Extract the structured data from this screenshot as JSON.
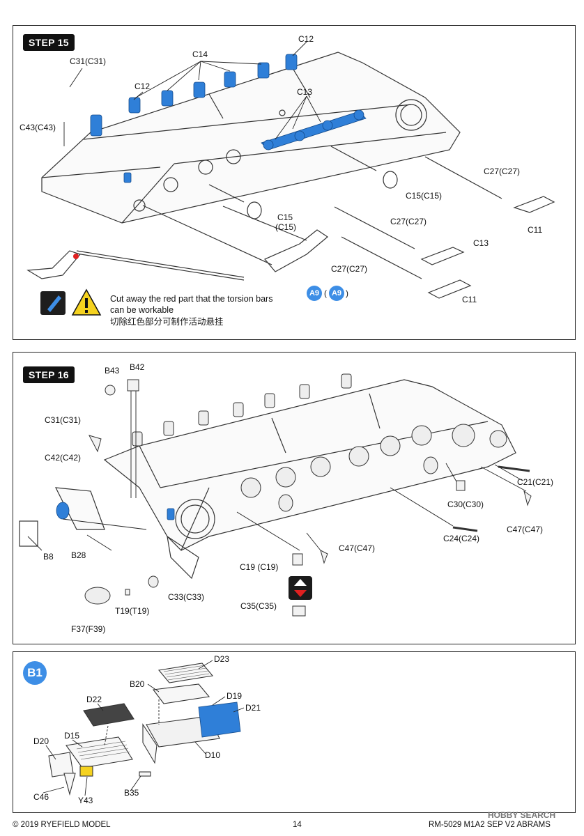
{
  "step15": {
    "title": "STEP 15",
    "labels": {
      "c12_top": "C12",
      "c14": "C14",
      "c31": "C31(C31)",
      "c12_left": "C12",
      "c43": "C43(C43)",
      "c13_top": "C13",
      "c27_right": "C27(C27)",
      "c15_right": "C15(C15)",
      "c11_right": "C11",
      "c15_mid_a": "C15",
      "c15_mid_b": "(C15)",
      "c27_mid": "C27(C27)",
      "c13_low": "C13",
      "c27_low": "C27(C27)",
      "c11_low": "C11",
      "a9": "A9",
      "a9b": "A9",
      "paren_open": "(",
      "paren_close": ")"
    },
    "note_en_1": "Cut away the red part that the torsion bars",
    "note_en_2": "can be workable",
    "note_cn": "切除红色部分可制作活动悬挂"
  },
  "step16": {
    "title": "STEP 16",
    "labels": {
      "b43": "B43",
      "b42": "B42",
      "c31": "C31(C31)",
      "c42": "C42(C42)",
      "c21": "C21(C21)",
      "c30": "C30(C30)",
      "c47_right": "C47(C47)",
      "c24": "C24(C24)",
      "c47_mid": "C47(C47)",
      "c19": "C19 (C19)",
      "b8": "B8",
      "b28": "B28",
      "c33": "C33(C33)",
      "t19": "T19(T19)",
      "c35": "C35(C35)",
      "f37": "F37(F39)"
    }
  },
  "b1": {
    "title": "B1",
    "labels": {
      "d23": "D23",
      "b20": "B20",
      "d19": "D19",
      "d21": "D21",
      "d22": "D22",
      "d20": "D20",
      "d15": "D15",
      "d10": "D10",
      "c46": "C46",
      "y43": "Y43",
      "b35": "B35"
    }
  },
  "footer": {
    "copyright": "© 2019 RYEFIELD MODEL",
    "page": "14",
    "product": "RM-5029 M1A2 SEP V2 ABRAMS",
    "watermark": "HOBBY SEARCH"
  },
  "colors": {
    "accent_blue": "#3d8ee6",
    "part_blue": "#2f7fd8",
    "warn_yellow": "#f5d21f",
    "cut_red": "#e02020"
  }
}
